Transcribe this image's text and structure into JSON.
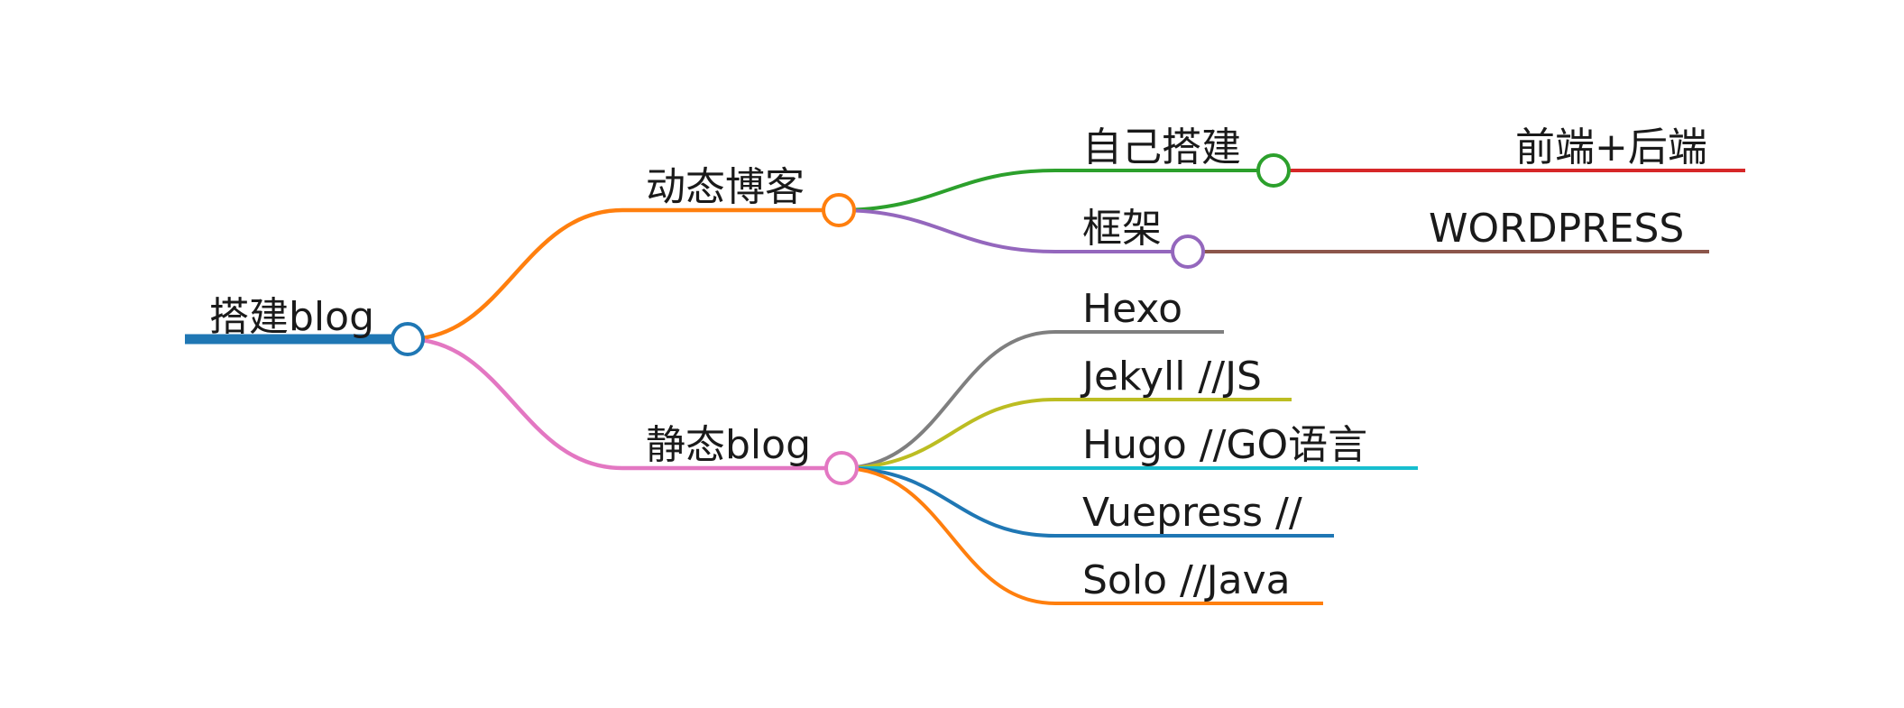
{
  "mindmap": {
    "root": {
      "label": "搭建blog",
      "color": "#1f77b4",
      "children": [
        {
          "label": "动态博客",
          "color": "#ff7f0e",
          "children": [
            {
              "label": "自己搭建",
              "color": "#2ca02c",
              "children": [
                {
                  "label": "前端+后端",
                  "color": "#d62728"
                }
              ]
            },
            {
              "label": "框架",
              "color": "#9467bd",
              "children": [
                {
                  "label": "WORDPRESS",
                  "color": "#8c564b"
                }
              ]
            }
          ]
        },
        {
          "label": "静态blog",
          "color": "#e377c2",
          "children": [
            {
              "label": "Hexo",
              "color": "#7f7f7f"
            },
            {
              "label": "Jekyll //JS",
              "color": "#bcbd22"
            },
            {
              "label": "Hugo //GO语言",
              "color": "#17becf"
            },
            {
              "label": "Vuepress //",
              "color": "#1f77b4"
            },
            {
              "label": "Solo //Java",
              "color": "#ff7f0e"
            }
          ]
        }
      ]
    }
  }
}
